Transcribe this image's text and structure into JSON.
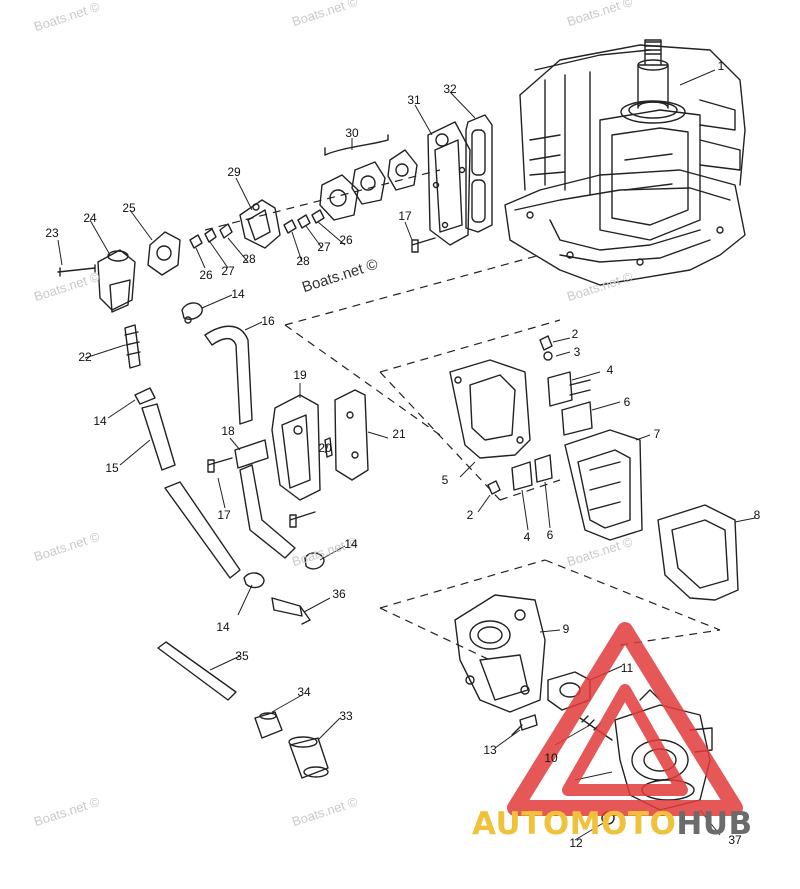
{
  "watermark": {
    "text": "Boats.net ©",
    "center_text": "Boats.net ©"
  },
  "brand": {
    "part1": "AUTOMOTO",
    "part2": "HUB",
    "colors": {
      "part1": "#f0c23a",
      "part2": "#6b6b6b",
      "triangle": "#e23b3b"
    }
  },
  "callouts": [
    {
      "id": "c1",
      "text": "1"
    },
    {
      "id": "c2a",
      "text": "2"
    },
    {
      "id": "c3",
      "text": "3"
    },
    {
      "id": "c4a",
      "text": "4"
    },
    {
      "id": "c5",
      "text": "5"
    },
    {
      "id": "c6a",
      "text": "6"
    },
    {
      "id": "c7",
      "text": "7"
    },
    {
      "id": "c8",
      "text": "8"
    },
    {
      "id": "c2b",
      "text": "2"
    },
    {
      "id": "c4b",
      "text": "4"
    },
    {
      "id": "c6b",
      "text": "6"
    },
    {
      "id": "c9",
      "text": "9"
    },
    {
      "id": "c10",
      "text": "10"
    },
    {
      "id": "c11",
      "text": "11"
    },
    {
      "id": "c12",
      "text": "12"
    },
    {
      "id": "c13",
      "text": "13"
    },
    {
      "id": "c14a",
      "text": "14"
    },
    {
      "id": "c14b",
      "text": "14"
    },
    {
      "id": "c14c",
      "text": "14"
    },
    {
      "id": "c14d",
      "text": "14"
    },
    {
      "id": "c15",
      "text": "15"
    },
    {
      "id": "c16",
      "text": "16"
    },
    {
      "id": "c17a",
      "text": "17"
    },
    {
      "id": "c17b",
      "text": "17"
    },
    {
      "id": "c18",
      "text": "18"
    },
    {
      "id": "c19",
      "text": "19"
    },
    {
      "id": "c20",
      "text": "20"
    },
    {
      "id": "c21",
      "text": "21"
    },
    {
      "id": "c22",
      "text": "22"
    },
    {
      "id": "c23",
      "text": "23"
    },
    {
      "id": "c24",
      "text": "24"
    },
    {
      "id": "c25",
      "text": "25"
    },
    {
      "id": "c26a",
      "text": "26"
    },
    {
      "id": "c27a",
      "text": "27"
    },
    {
      "id": "c28a",
      "text": "28"
    },
    {
      "id": "c29",
      "text": "29"
    },
    {
      "id": "c30",
      "text": "30"
    },
    {
      "id": "c31",
      "text": "31"
    },
    {
      "id": "c32",
      "text": "32"
    },
    {
      "id": "c28b",
      "text": "28"
    },
    {
      "id": "c27b",
      "text": "27"
    },
    {
      "id": "c26b",
      "text": "26"
    },
    {
      "id": "c33",
      "text": "33"
    },
    {
      "id": "c34",
      "text": "34"
    },
    {
      "id": "c35",
      "text": "35"
    },
    {
      "id": "c36",
      "text": "36"
    },
    {
      "id": "c37",
      "text": "37"
    }
  ]
}
